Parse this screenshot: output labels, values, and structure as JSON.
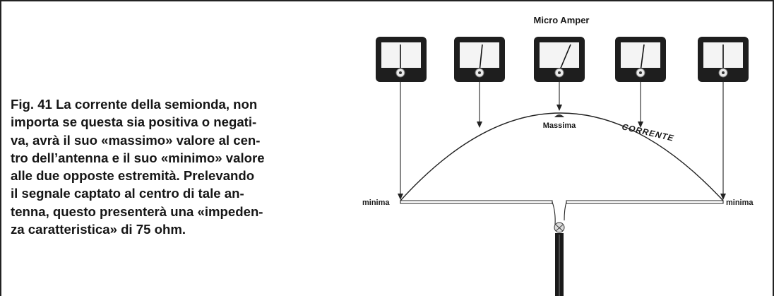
{
  "caption": {
    "fig_number": "Fig. 41",
    "lines": [
      " La corrente della semionda, non",
      "importa se questa sia positiva o negati-",
      "va, avrà il suo «massimo» valore al cen-",
      "tro dell’antenna e il suo «minimo» valore",
      "alle due opposte estremità. Prelevando",
      "il segnale captato al centro di tale an-",
      "tenna, questo presenterà una «impeden-",
      "za caratteristica» di 75 ohm."
    ]
  },
  "diagram": {
    "meter_title": "Micro Amper",
    "label_center": "Massima",
    "label_curve": "CORRENTE",
    "label_left": "minima",
    "label_right": "minima",
    "meters": [
      {
        "reading": "zero"
      },
      {
        "reading": "low"
      },
      {
        "reading": "max"
      },
      {
        "reading": "low"
      },
      {
        "reading": "zero"
      }
    ],
    "colors": {
      "meter_body": "#1e1e1e",
      "meter_face": "#f4f4f4",
      "line": "#222222"
    }
  }
}
